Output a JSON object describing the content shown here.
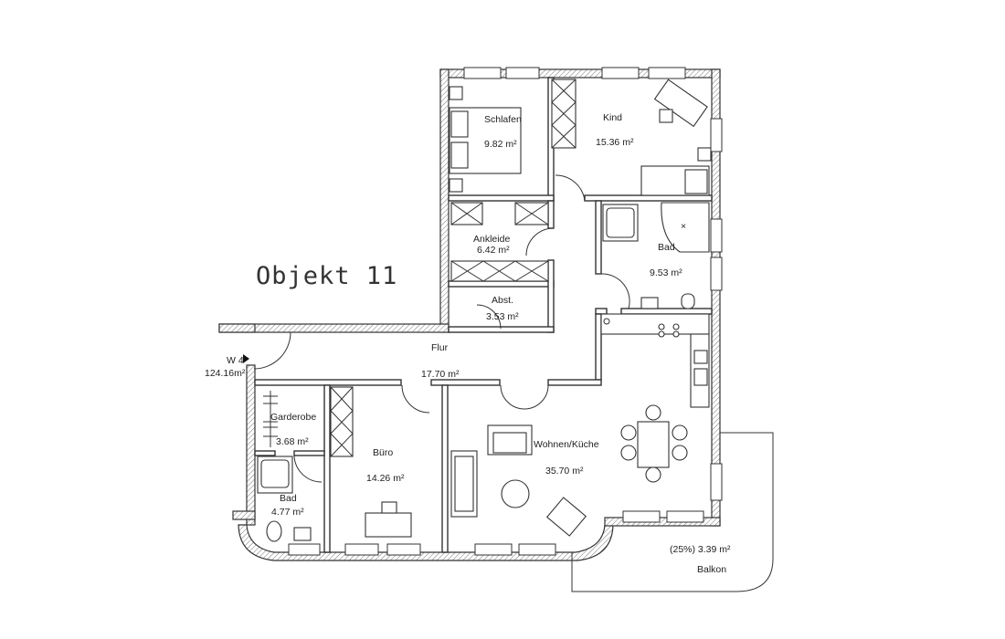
{
  "title": "Objekt 11",
  "entrance": {
    "unit": "W 4",
    "total_area": "124.16m²"
  },
  "rooms": [
    {
      "id": "schlafen",
      "name": "Schlafen",
      "area": "9.82 m²"
    },
    {
      "id": "kind",
      "name": "Kind",
      "area": "15.36 m²"
    },
    {
      "id": "ankleide",
      "name": "Ankleide",
      "area": "6.42 m²"
    },
    {
      "id": "bad-north",
      "name": "Bad",
      "area": "9.53 m²"
    },
    {
      "id": "abst",
      "name": "Abst.",
      "area": "3.53 m²"
    },
    {
      "id": "flur",
      "name": "Flur",
      "area": "17.70 m²"
    },
    {
      "id": "garderobe",
      "name": "Garderobe",
      "area": "3.68 m²"
    },
    {
      "id": "buero",
      "name": "Büro",
      "area": "14.26 m²"
    },
    {
      "id": "wohnen",
      "name": "Wohnen/Küche",
      "area": "35.70 m²"
    },
    {
      "id": "bad-south",
      "name": "Bad",
      "area": "4.77 m²"
    }
  ],
  "balcony": {
    "area": "(25%) 3.39 m²",
    "name": "Balkon"
  }
}
